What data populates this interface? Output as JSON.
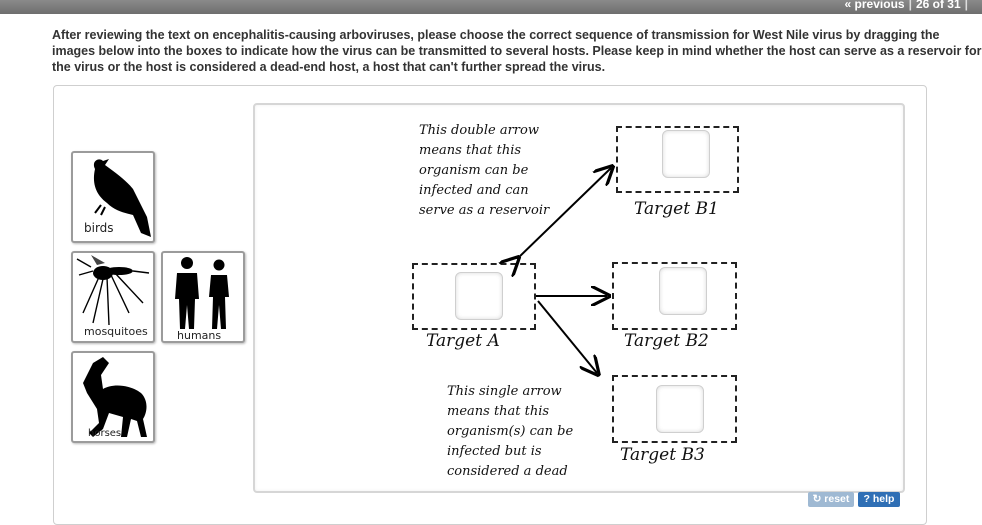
{
  "nav": {
    "previous": "« previous",
    "page": "26 of 31"
  },
  "instructions": "After reviewing the text on encephalitis-causing arboviruses, please choose the correct sequence of transmission for West Nile virus by dragging the images below into the boxes to indicate how the virus can be transmitted to several hosts. Please keep in mind whether the host can serve as a reservoir for the virus or the host is considered a dead-end host, a host that can't further spread the virus.",
  "cards": [
    {
      "label": "birds",
      "icon": "bird-icon"
    },
    {
      "label": "mosquitoes",
      "icon": "mosquito-icon"
    },
    {
      "label": "humans",
      "icon": "humans-icon"
    },
    {
      "label": "horses",
      "icon": "horse-icon"
    }
  ],
  "targets": {
    "a": "Target A",
    "b1": "Target B1",
    "b2": "Target B2",
    "b3": "Target B3"
  },
  "notes": {
    "double": [
      "This double arrow",
      "means that this",
      "organism can be",
      "infected and can",
      "serve as a reservoir"
    ],
    "single": [
      "This single arrow",
      "means that this",
      "organism(s) can be",
      "infected but is",
      "considered a dead"
    ]
  },
  "buttons": {
    "reset": "reset",
    "help": "? help"
  }
}
